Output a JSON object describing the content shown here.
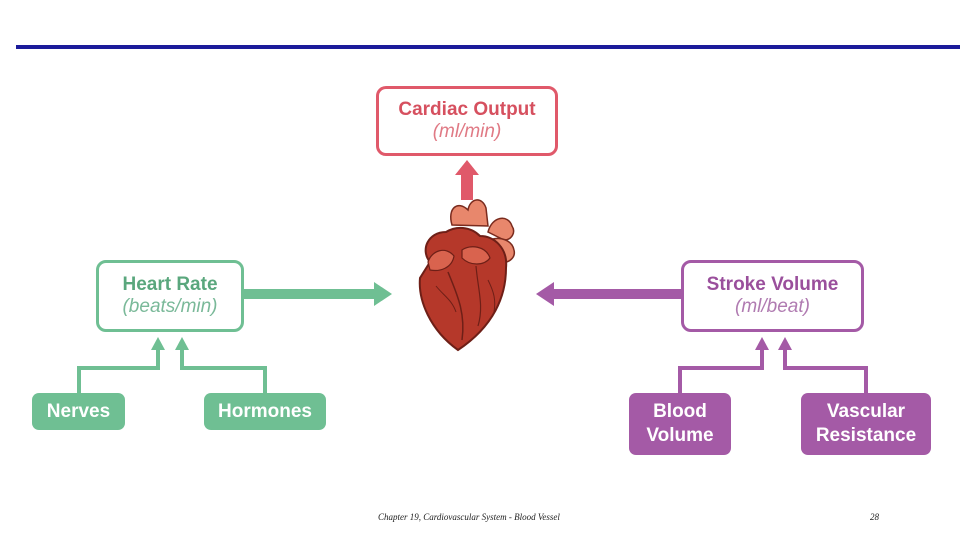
{
  "diagram": {
    "cardiac_output": {
      "title": "Cardiac Output",
      "unit": "(ml/min)"
    },
    "heart_rate": {
      "title": "Heart Rate",
      "unit": "(beats/min)"
    },
    "stroke_volume": {
      "title": "Stroke Volume",
      "unit": "(ml/beat)"
    },
    "nerves": "Nerves",
    "hormones": "Hormones",
    "blood_volume": {
      "line1": "Blood",
      "line2": "Volume"
    },
    "vascular_resistance": {
      "line1": "Vascular",
      "line2": "Resistance"
    }
  },
  "colors": {
    "red": "#e0596a",
    "green": "#6fbf93",
    "purple": "#a45aa6",
    "rule": "#1b1b9a"
  },
  "footer": {
    "caption": "Chapter 19, Cardiovascular System - Blood Vessel",
    "page": "28"
  }
}
